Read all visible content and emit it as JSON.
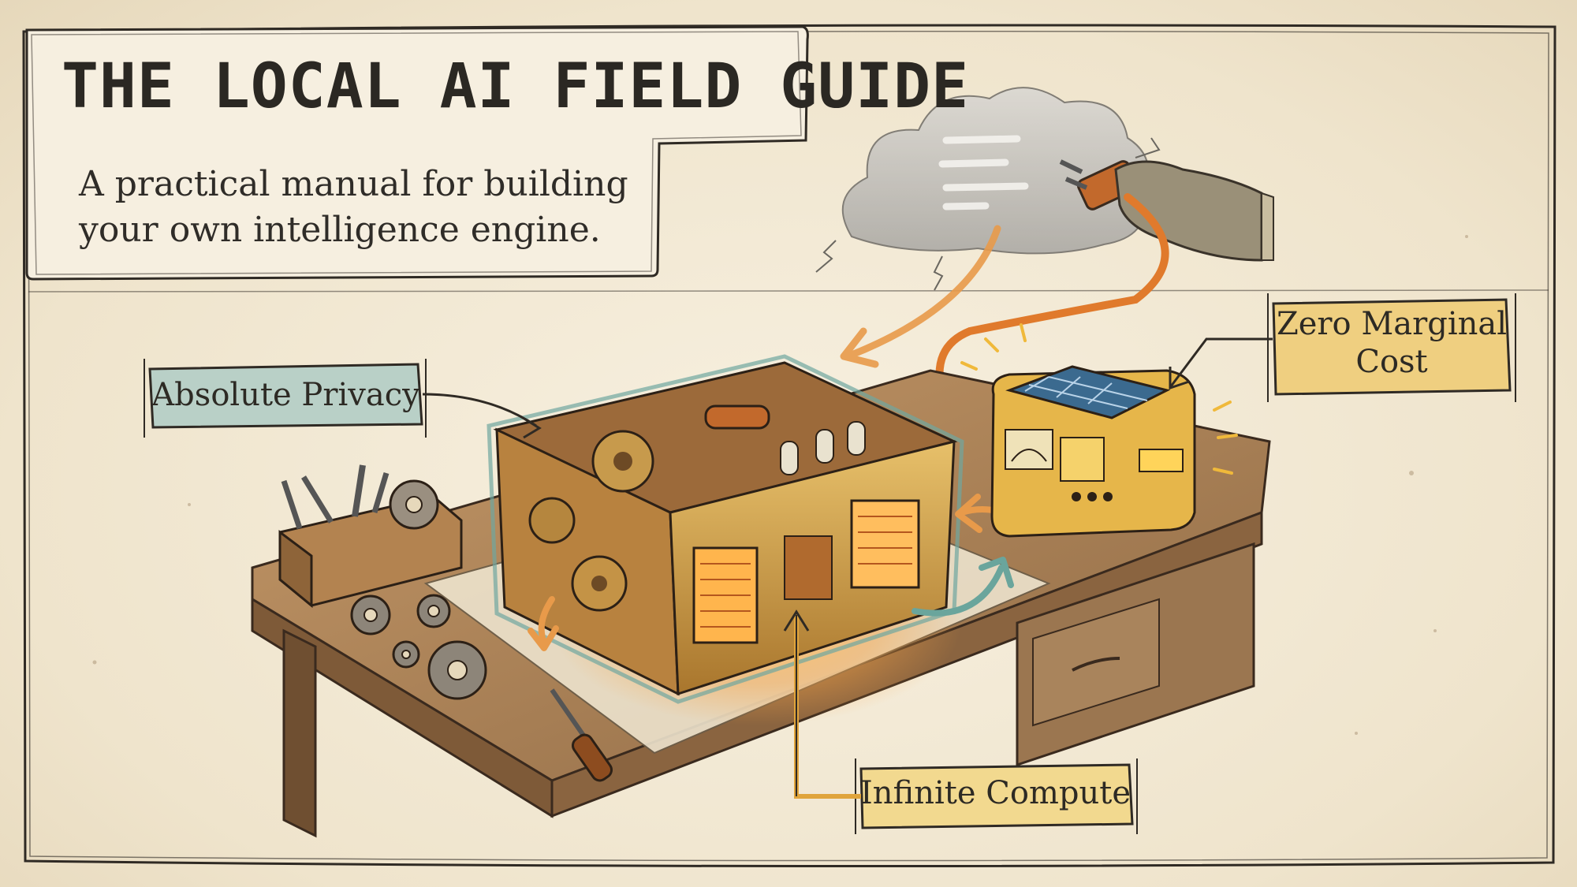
{
  "title": "THE LOCAL AI FIELD GUIDE",
  "subtitle": "A practical manual for building your own intelligence engine.",
  "labels": {
    "privacy": "Absolute Privacy",
    "cost": "Zero Marginal Cost",
    "compute": "Infinite Compute"
  },
  "colors": {
    "paper": "#f3ead7",
    "ink": "#2b2823",
    "privacy_tag": "#b9d0c7",
    "cost_tag": "#efcf80",
    "compute_tag": "#f2d98f",
    "wood": "#b58a5c",
    "brass": "#c99b45",
    "glow": "#f7a447",
    "cable": "#e07a2c"
  },
  "icons": [
    "cloud-icon",
    "plug-icon",
    "gloved-hand-icon",
    "engine-box-icon",
    "solar-battery-icon",
    "tool-holder-icon",
    "gear-icon",
    "screwdriver-icon"
  ]
}
